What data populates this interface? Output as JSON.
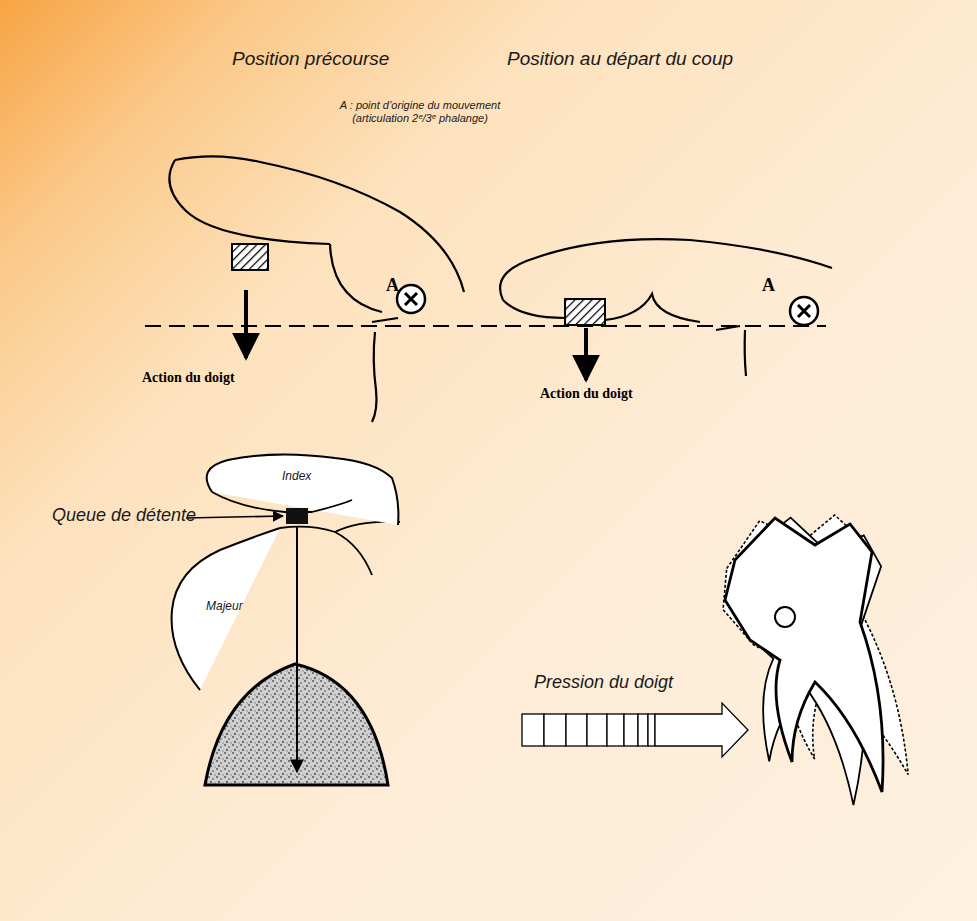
{
  "diagram": {
    "labels": [
      "Position précourse",
      "Position au départ du coup",
      "A : point d’origine du mouvement (articulation 2ᵉ/3ᵉ phalange)",
      "A",
      "Action du doigt",
      "A",
      "Action du doigt",
      "Index",
      "Majeur",
      "Queue de détente",
      "Pression du doigt"
    ]
  }
}
